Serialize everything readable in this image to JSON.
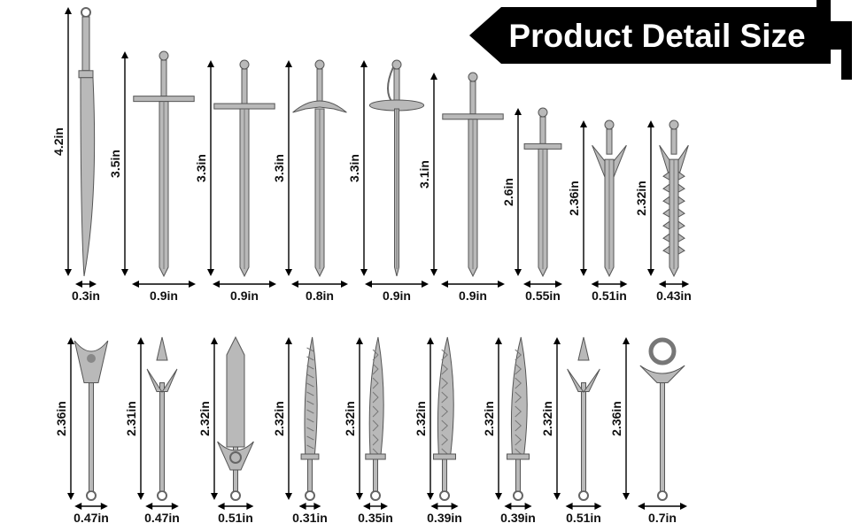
{
  "banner": {
    "title": "Product Detail Size",
    "background_color": "#000000",
    "text_color": "#ffffff"
  },
  "metal_color": "#b9b9b9",
  "rows": [
    {
      "items": [
        {
          "style": "curved-saber",
          "height": "4.2in",
          "width": "0.3in"
        },
        {
          "style": "cross-guard-sword",
          "height": "3.5in",
          "width": "0.9in"
        },
        {
          "style": "knight-sword",
          "height": "3.3in",
          "width": "0.9in"
        },
        {
          "style": "ornate-guard-sword",
          "height": "3.3in",
          "width": "0.8in"
        },
        {
          "style": "rapier",
          "height": "3.3in",
          "width": "0.9in"
        },
        {
          "style": "long-cross-sword",
          "height": "3.1in",
          "width": "0.9in"
        },
        {
          "style": "skull-sword",
          "height": "2.6in",
          "width": "0.55in"
        },
        {
          "style": "winged-sword",
          "height": "2.36in",
          "width": "0.51in"
        },
        {
          "style": "spiked-dragon-sword",
          "height": "2.32in",
          "width": "0.43in"
        }
      ]
    },
    {
      "items": [
        {
          "style": "winged-scepter",
          "height": "2.36in",
          "width": "0.47in"
        },
        {
          "style": "fantasy-spear",
          "height": "2.31in",
          "width": "0.47in"
        },
        {
          "style": "broad-sword-pendant",
          "height": "2.32in",
          "width": "0.51in"
        },
        {
          "style": "scaled-blade",
          "height": "2.32in",
          "width": "0.31in"
        },
        {
          "style": "zigzag-blade",
          "height": "2.32in",
          "width": "0.35in"
        },
        {
          "style": "flame-blade",
          "height": "2.32in",
          "width": "0.39in"
        },
        {
          "style": "jagged-blade",
          "height": "2.32in",
          "width": "0.39in"
        },
        {
          "style": "spiked-spear",
          "height": "2.32in",
          "width": "0.51in"
        },
        {
          "style": "ring-staff",
          "height": "2.36in",
          "width": "0.7in"
        }
      ]
    }
  ]
}
